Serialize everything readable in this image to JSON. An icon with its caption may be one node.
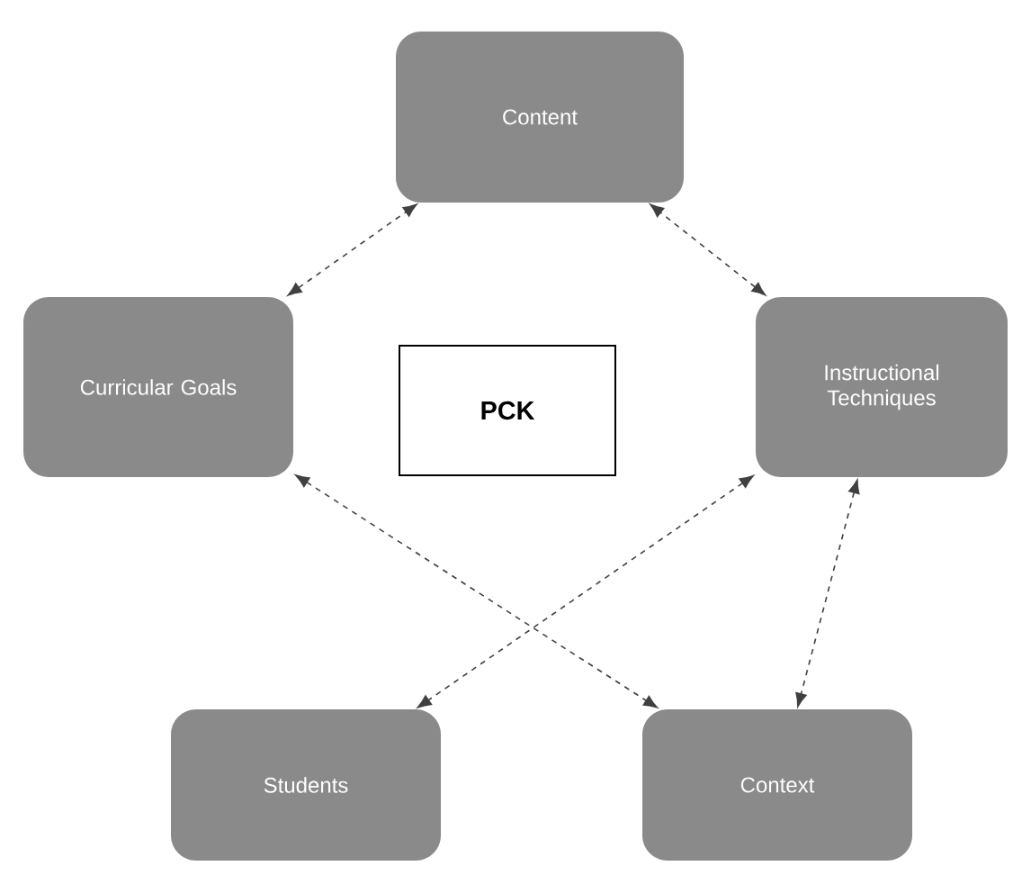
{
  "diagram": {
    "nodes": [
      {
        "text": [
          "Content"
        ]
      },
      {
        "text": [
          "Curricular Goals"
        ]
      },
      {
        "text": [
          "PCK"
        ]
      },
      {
        "text": [
          "Instructional Techniques"
        ]
      },
      {
        "text": [
          "Students"
        ]
      },
      {
        "text": [
          "Context"
        ]
      }
    ],
    "edges": [
      {
        "from": 1,
        "to": 0,
        "arrow": "both",
        "style": "dashed"
      },
      {
        "from": 3,
        "to": 0,
        "arrow": "both",
        "style": "dashed"
      },
      {
        "from": 1,
        "to": 5,
        "arrow": "both",
        "style": "dashed"
      },
      {
        "from": 3,
        "to": 4,
        "arrow": "both",
        "style": "dashed"
      },
      {
        "from": 3,
        "to": 5,
        "arrow": "both",
        "style": "dashed"
      }
    ]
  }
}
